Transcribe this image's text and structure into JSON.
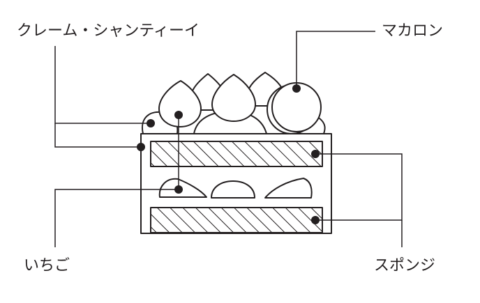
{
  "labels": {
    "cream": "クレーム・シャンティーイ",
    "macaron": "マカロン",
    "strawberry": "いちご",
    "sponge": "スポンジ"
  },
  "colors": {
    "stroke": "#231f20",
    "fill": "#ffffff"
  }
}
